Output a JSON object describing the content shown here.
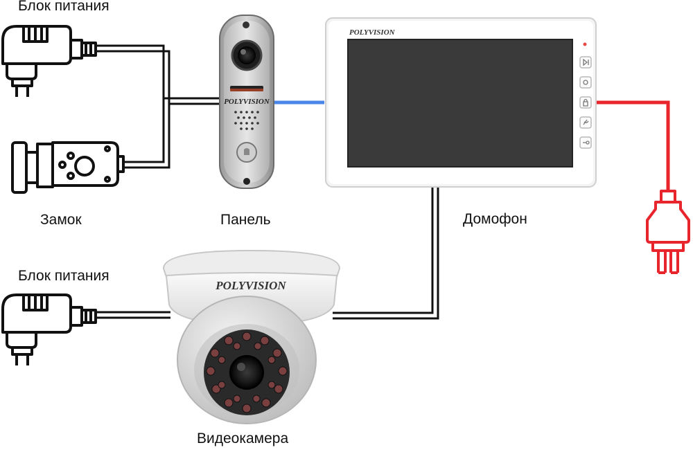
{
  "labels": {
    "power_supply_top": "Блок питания",
    "lock": "Замок",
    "panel": "Панель",
    "intercom": "Домофон",
    "power_supply_bottom": "Блок питания",
    "camera": "Видеокамера"
  },
  "brand": {
    "name": "POLYVISION"
  },
  "colors": {
    "wire": "#111111",
    "video_line": "#4a86e8",
    "mains_line": "#e8242c"
  },
  "icons": {
    "power_supply": "power-adapter-icon",
    "lock": "electric-lock-icon",
    "panel": "door-call-panel",
    "monitor": "intercom-monitor",
    "camera": "dome-camera",
    "plug": "mains-plug-icon"
  }
}
